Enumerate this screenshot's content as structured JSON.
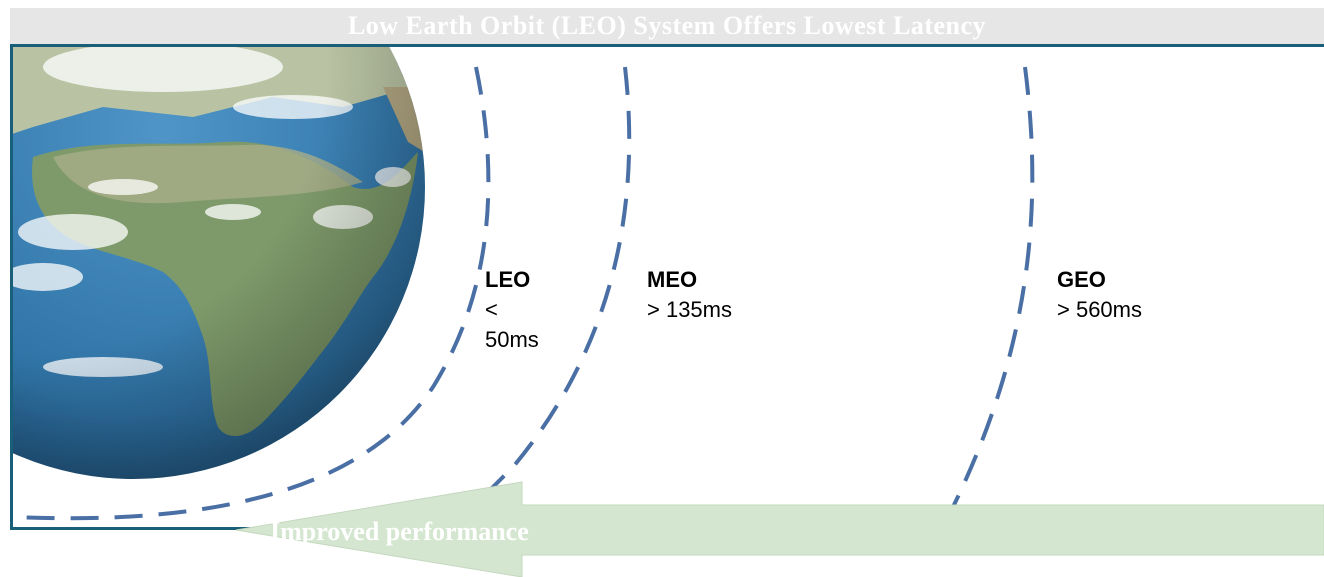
{
  "title": "Low Earth Orbit (LEO) System Offers Lowest Latency",
  "orbits": {
    "leo": {
      "name": "LEO",
      "latency_prefix": "<",
      "latency_value": "50ms"
    },
    "meo": {
      "name": "MEO",
      "latency": "> 135ms"
    },
    "geo": {
      "name": "GEO",
      "latency": "> 560ms"
    }
  },
  "arrow": {
    "label": "Improved performance"
  },
  "colors": {
    "border": "#1a5f7a",
    "orbit_dash": "#4a6fa5",
    "arrow_fill": "#d5e6d0",
    "title_bar": "#e6e6e6",
    "ocean": "#2f73a6",
    "land": "#7e9a6a"
  },
  "icons": {
    "earth": "earth-globe-icon"
  }
}
